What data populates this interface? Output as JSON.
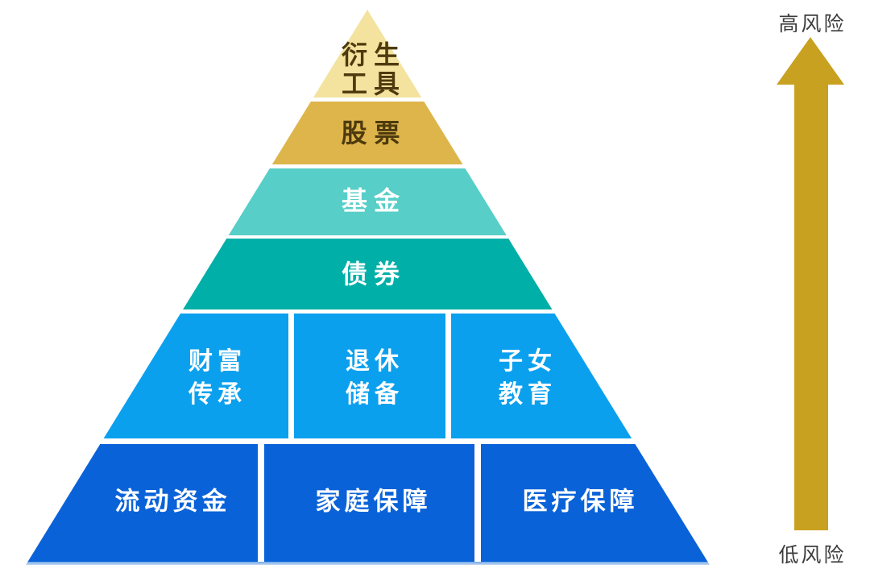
{
  "diagram_title": "investment-risk-pyramid",
  "pyramid": {
    "levels": [
      {
        "name": "derivatives",
        "lines": [
          "衍生",
          "工具"
        ],
        "color": "#F3E39E",
        "text_color": "#4E3A0E"
      },
      {
        "name": "stocks",
        "label": "股票",
        "color": "#DDB54B",
        "text_color": "#4E3A0E"
      },
      {
        "name": "funds",
        "label": "基金",
        "color": "#57CEC7",
        "text_color": "#FFFFFF"
      },
      {
        "name": "bonds",
        "label": "债券",
        "color": "#00AFA7",
        "text_color": "#FFFFFF"
      },
      {
        "name": "life-goals",
        "color": "#0BA0EE",
        "text_color": "#FFFFFF",
        "cells": [
          {
            "lines": [
              "财富",
              "传承"
            ]
          },
          {
            "lines": [
              "退休",
              "储备"
            ]
          },
          {
            "lines": [
              "子女",
              "教育"
            ]
          }
        ]
      },
      {
        "name": "foundation",
        "color": "#0A62D8",
        "text_color": "#FFFFFF",
        "cells": [
          {
            "label": "流动资金"
          },
          {
            "label": "家庭保障"
          },
          {
            "label": "医疗保障"
          }
        ]
      }
    ]
  },
  "risk_axis": {
    "high_label": "高风险",
    "low_label": "低风险",
    "arrow_color": "#C9A120",
    "label_color": "#3C3C3C"
  }
}
